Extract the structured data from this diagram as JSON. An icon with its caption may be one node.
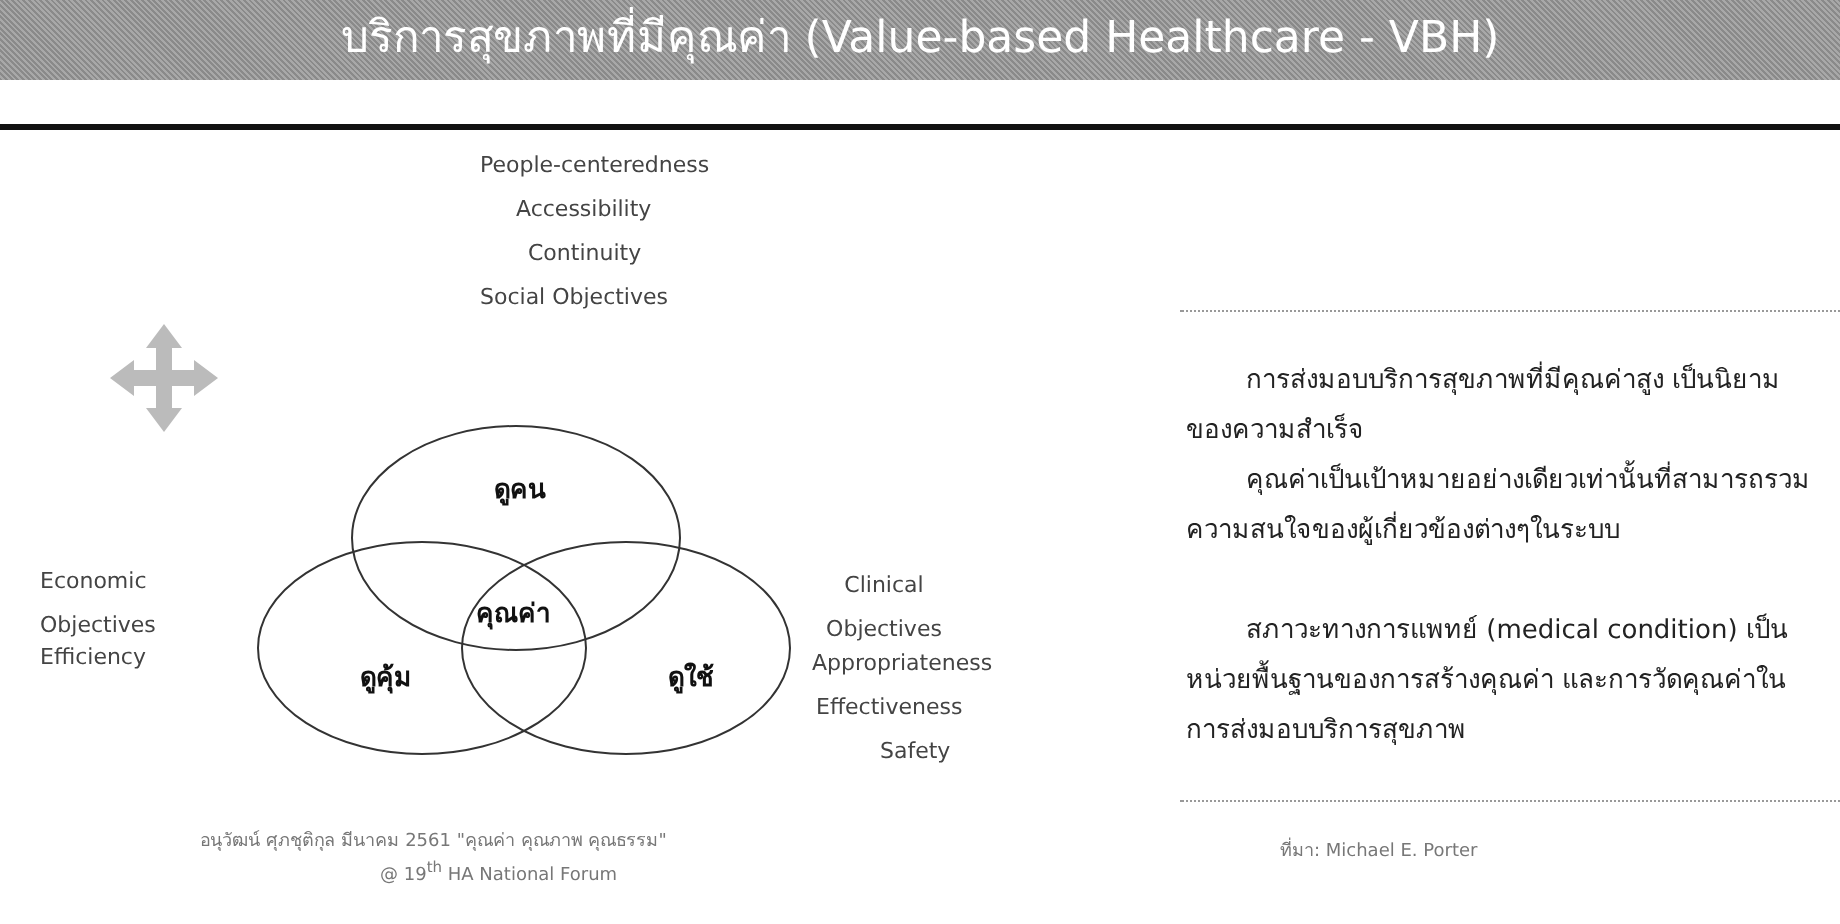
{
  "diagram": {
    "title": "บริการสุขภาพที่มีคุณค่า (Value-based Healthcare - VBH)",
    "nodes": [
      {
        "text": [
          "ดูคน"
        ]
      },
      {
        "text": [
          "ดูคุ้ม"
        ]
      },
      {
        "text": [
          "ดูใช้"
        ]
      }
    ],
    "edges": [],
    "labels": [
      "People-centeredness",
      "Accessibility",
      "Continuity",
      "Social Objectives",
      "คุณค่า",
      "Economic Objectives",
      "Efficiency",
      "Clinical Objectives",
      "Appropriateness",
      "Effectiveness",
      "Safety",
      "การส่งมอบบริการสุขภาพที่มีคุณค่าสูง เป็นนิยามของความสำเร็จ",
      "คุณค่าเป็นเป้าหมายอย่างเดียวเท่านั้นที่สามารถรวมความสนใจของผู้เกี่ยวข้องต่างๆในระบบ",
      "สภาวะทางการแพทย์ (medical condition) เป็นหน่วยพื้นฐานของการสร้างคุณค่า และการวัดคุณค่าในการส่งมอบบริการสุขภาพ",
      "อนุวัฒน์ ศุภชุติกุล มีนาคม 2561 \"คุณค่า คุณภาพ คุณธรรม\"",
      "@ 19$^{th}$ HA National Forum",
      "ที่มา: Michael E. Porter"
    ]
  }
}
